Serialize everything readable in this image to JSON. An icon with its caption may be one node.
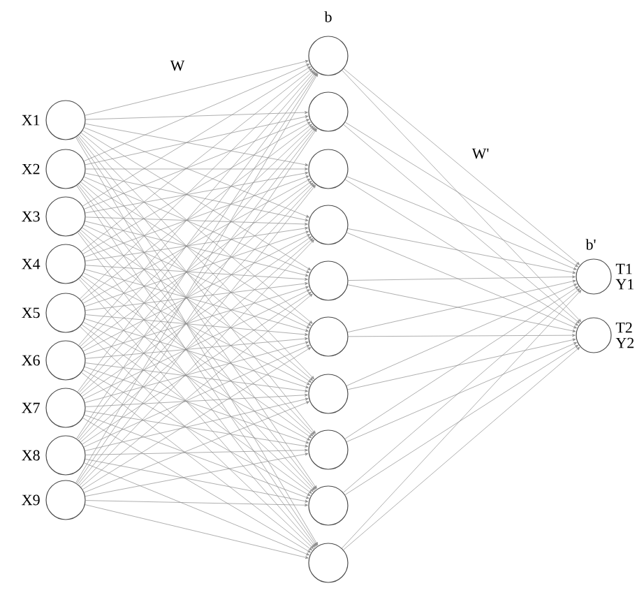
{
  "diagram": {
    "nodes": [
      {
        "text": [],
        "shape": "circle",
        "beside": [
          "X1"
        ]
      },
      {
        "text": [],
        "shape": "circle",
        "beside": [
          "X2"
        ]
      },
      {
        "text": [],
        "shape": "circle",
        "beside": [
          "X3"
        ]
      },
      {
        "text": [],
        "shape": "circle",
        "beside": [
          "X4"
        ]
      },
      {
        "text": [],
        "shape": "circle",
        "beside": [
          "X5"
        ]
      },
      {
        "text": [],
        "shape": "circle",
        "beside": [
          "X6"
        ]
      },
      {
        "text": [],
        "shape": "circle",
        "beside": [
          "X7"
        ]
      },
      {
        "text": [],
        "shape": "circle",
        "beside": [
          "X8"
        ]
      },
      {
        "text": [],
        "shape": "circle",
        "beside": [
          "X9"
        ]
      },
      {
        "text": [],
        "shape": "circle"
      },
      {
        "text": [],
        "shape": "circle"
      },
      {
        "text": [],
        "shape": "circle"
      },
      {
        "text": [],
        "shape": "circle"
      },
      {
        "text": [],
        "shape": "circle"
      },
      {
        "text": [],
        "shape": "circle"
      },
      {
        "text": [],
        "shape": "circle"
      },
      {
        "text": [],
        "shape": "circle"
      },
      {
        "text": [],
        "shape": "circle"
      },
      {
        "text": [],
        "shape": "circle"
      },
      {
        "text": [],
        "shape": "circle",
        "beside": [
          "T1",
          "Y1"
        ]
      },
      {
        "text": [],
        "shape": "circle",
        "beside": [
          "T2",
          "Y2"
        ]
      }
    ],
    "edges": [
      {
        "from": 0,
        "to": 9,
        "arrow": "to"
      },
      {
        "from": 0,
        "to": 10,
        "arrow": "to"
      },
      {
        "from": 0,
        "to": 11,
        "arrow": "to"
      },
      {
        "from": 0,
        "to": 12,
        "arrow": "to"
      },
      {
        "from": 0,
        "to": 13,
        "arrow": "to"
      },
      {
        "from": 0,
        "to": 14,
        "arrow": "to"
      },
      {
        "from": 0,
        "to": 15,
        "arrow": "to"
      },
      {
        "from": 0,
        "to": 16,
        "arrow": "to"
      },
      {
        "from": 0,
        "to": 17,
        "arrow": "to"
      },
      {
        "from": 0,
        "to": 18,
        "arrow": "to"
      },
      {
        "from": 1,
        "to": 9,
        "arrow": "to"
      },
      {
        "from": 1,
        "to": 10,
        "arrow": "to"
      },
      {
        "from": 1,
        "to": 11,
        "arrow": "to"
      },
      {
        "from": 1,
        "to": 12,
        "arrow": "to"
      },
      {
        "from": 1,
        "to": 13,
        "arrow": "to"
      },
      {
        "from": 1,
        "to": 14,
        "arrow": "to"
      },
      {
        "from": 1,
        "to": 15,
        "arrow": "to"
      },
      {
        "from": 1,
        "to": 16,
        "arrow": "to"
      },
      {
        "from": 1,
        "to": 17,
        "arrow": "to"
      },
      {
        "from": 1,
        "to": 18,
        "arrow": "to"
      },
      {
        "from": 2,
        "to": 9,
        "arrow": "to"
      },
      {
        "from": 2,
        "to": 10,
        "arrow": "to"
      },
      {
        "from": 2,
        "to": 11,
        "arrow": "to"
      },
      {
        "from": 2,
        "to": 12,
        "arrow": "to"
      },
      {
        "from": 2,
        "to": 13,
        "arrow": "to"
      },
      {
        "from": 2,
        "to": 14,
        "arrow": "to"
      },
      {
        "from": 2,
        "to": 15,
        "arrow": "to"
      },
      {
        "from": 2,
        "to": 16,
        "arrow": "to"
      },
      {
        "from": 2,
        "to": 17,
        "arrow": "to"
      },
      {
        "from": 2,
        "to": 18,
        "arrow": "to"
      },
      {
        "from": 3,
        "to": 9,
        "arrow": "to"
      },
      {
        "from": 3,
        "to": 10,
        "arrow": "to"
      },
      {
        "from": 3,
        "to": 11,
        "arrow": "to"
      },
      {
        "from": 3,
        "to": 12,
        "arrow": "to"
      },
      {
        "from": 3,
        "to": 13,
        "arrow": "to"
      },
      {
        "from": 3,
        "to": 14,
        "arrow": "to"
      },
      {
        "from": 3,
        "to": 15,
        "arrow": "to"
      },
      {
        "from": 3,
        "to": 16,
        "arrow": "to"
      },
      {
        "from": 3,
        "to": 17,
        "arrow": "to"
      },
      {
        "from": 3,
        "to": 18,
        "arrow": "to"
      },
      {
        "from": 4,
        "to": 9,
        "arrow": "to"
      },
      {
        "from": 4,
        "to": 10,
        "arrow": "to"
      },
      {
        "from": 4,
        "to": 11,
        "arrow": "to"
      },
      {
        "from": 4,
        "to": 12,
        "arrow": "to"
      },
      {
        "from": 4,
        "to": 13,
        "arrow": "to"
      },
      {
        "from": 4,
        "to": 14,
        "arrow": "to"
      },
      {
        "from": 4,
        "to": 15,
        "arrow": "to"
      },
      {
        "from": 4,
        "to": 16,
        "arrow": "to"
      },
      {
        "from": 4,
        "to": 17,
        "arrow": "to"
      },
      {
        "from": 4,
        "to": 18,
        "arrow": "to"
      },
      {
        "from": 5,
        "to": 9,
        "arrow": "to"
      },
      {
        "from": 5,
        "to": 10,
        "arrow": "to"
      },
      {
        "from": 5,
        "to": 11,
        "arrow": "to"
      },
      {
        "from": 5,
        "to": 12,
        "arrow": "to"
      },
      {
        "from": 5,
        "to": 13,
        "arrow": "to"
      },
      {
        "from": 5,
        "to": 14,
        "arrow": "to"
      },
      {
        "from": 5,
        "to": 15,
        "arrow": "to"
      },
      {
        "from": 5,
        "to": 16,
        "arrow": "to"
      },
      {
        "from": 5,
        "to": 17,
        "arrow": "to"
      },
      {
        "from": 5,
        "to": 18,
        "arrow": "to"
      },
      {
        "from": 6,
        "to": 9,
        "arrow": "to"
      },
      {
        "from": 6,
        "to": 10,
        "arrow": "to"
      },
      {
        "from": 6,
        "to": 11,
        "arrow": "to"
      },
      {
        "from": 6,
        "to": 12,
        "arrow": "to"
      },
      {
        "from": 6,
        "to": 13,
        "arrow": "to"
      },
      {
        "from": 6,
        "to": 14,
        "arrow": "to"
      },
      {
        "from": 6,
        "to": 15,
        "arrow": "to"
      },
      {
        "from": 6,
        "to": 16,
        "arrow": "to"
      },
      {
        "from": 6,
        "to": 17,
        "arrow": "to"
      },
      {
        "from": 6,
        "to": 18,
        "arrow": "to"
      },
      {
        "from": 7,
        "to": 9,
        "arrow": "to"
      },
      {
        "from": 7,
        "to": 10,
        "arrow": "to"
      },
      {
        "from": 7,
        "to": 11,
        "arrow": "to"
      },
      {
        "from": 7,
        "to": 12,
        "arrow": "to"
      },
      {
        "from": 7,
        "to": 13,
        "arrow": "to"
      },
      {
        "from": 7,
        "to": 14,
        "arrow": "to"
      },
      {
        "from": 7,
        "to": 15,
        "arrow": "to"
      },
      {
        "from": 7,
        "to": 16,
        "arrow": "to"
      },
      {
        "from": 7,
        "to": 17,
        "arrow": "to"
      },
      {
        "from": 7,
        "to": 18,
        "arrow": "to"
      },
      {
        "from": 8,
        "to": 9,
        "arrow": "to"
      },
      {
        "from": 8,
        "to": 10,
        "arrow": "to"
      },
      {
        "from": 8,
        "to": 11,
        "arrow": "to"
      },
      {
        "from": 8,
        "to": 12,
        "arrow": "to"
      },
      {
        "from": 8,
        "to": 13,
        "arrow": "to"
      },
      {
        "from": 8,
        "to": 14,
        "arrow": "to"
      },
      {
        "from": 8,
        "to": 15,
        "arrow": "to"
      },
      {
        "from": 8,
        "to": 16,
        "arrow": "to"
      },
      {
        "from": 8,
        "to": 17,
        "arrow": "to"
      },
      {
        "from": 8,
        "to": 18,
        "arrow": "to"
      },
      {
        "from": 9,
        "to": 19,
        "arrow": "to"
      },
      {
        "from": 9,
        "to": 20,
        "arrow": "to"
      },
      {
        "from": 10,
        "to": 19,
        "arrow": "to"
      },
      {
        "from": 10,
        "to": 20,
        "arrow": "to"
      },
      {
        "from": 11,
        "to": 19,
        "arrow": "to"
      },
      {
        "from": 11,
        "to": 20,
        "arrow": "to"
      },
      {
        "from": 12,
        "to": 19,
        "arrow": "to"
      },
      {
        "from": 12,
        "to": 20,
        "arrow": "to"
      },
      {
        "from": 13,
        "to": 19,
        "arrow": "to"
      },
      {
        "from": 13,
        "to": 20,
        "arrow": "to"
      },
      {
        "from": 14,
        "to": 19,
        "arrow": "to"
      },
      {
        "from": 14,
        "to": 20,
        "arrow": "to"
      },
      {
        "from": 15,
        "to": 19,
        "arrow": "to"
      },
      {
        "from": 15,
        "to": 20,
        "arrow": "to"
      },
      {
        "from": 16,
        "to": 19,
        "arrow": "to"
      },
      {
        "from": 16,
        "to": 20,
        "arrow": "to"
      },
      {
        "from": 17,
        "to": 19,
        "arrow": "to"
      },
      {
        "from": 17,
        "to": 20,
        "arrow": "to"
      },
      {
        "from": 18,
        "to": 19,
        "arrow": "to"
      },
      {
        "from": 18,
        "to": 20,
        "arrow": "to"
      }
    ],
    "labels": [
      "b",
      "W",
      "W'",
      "b'"
    ]
  }
}
